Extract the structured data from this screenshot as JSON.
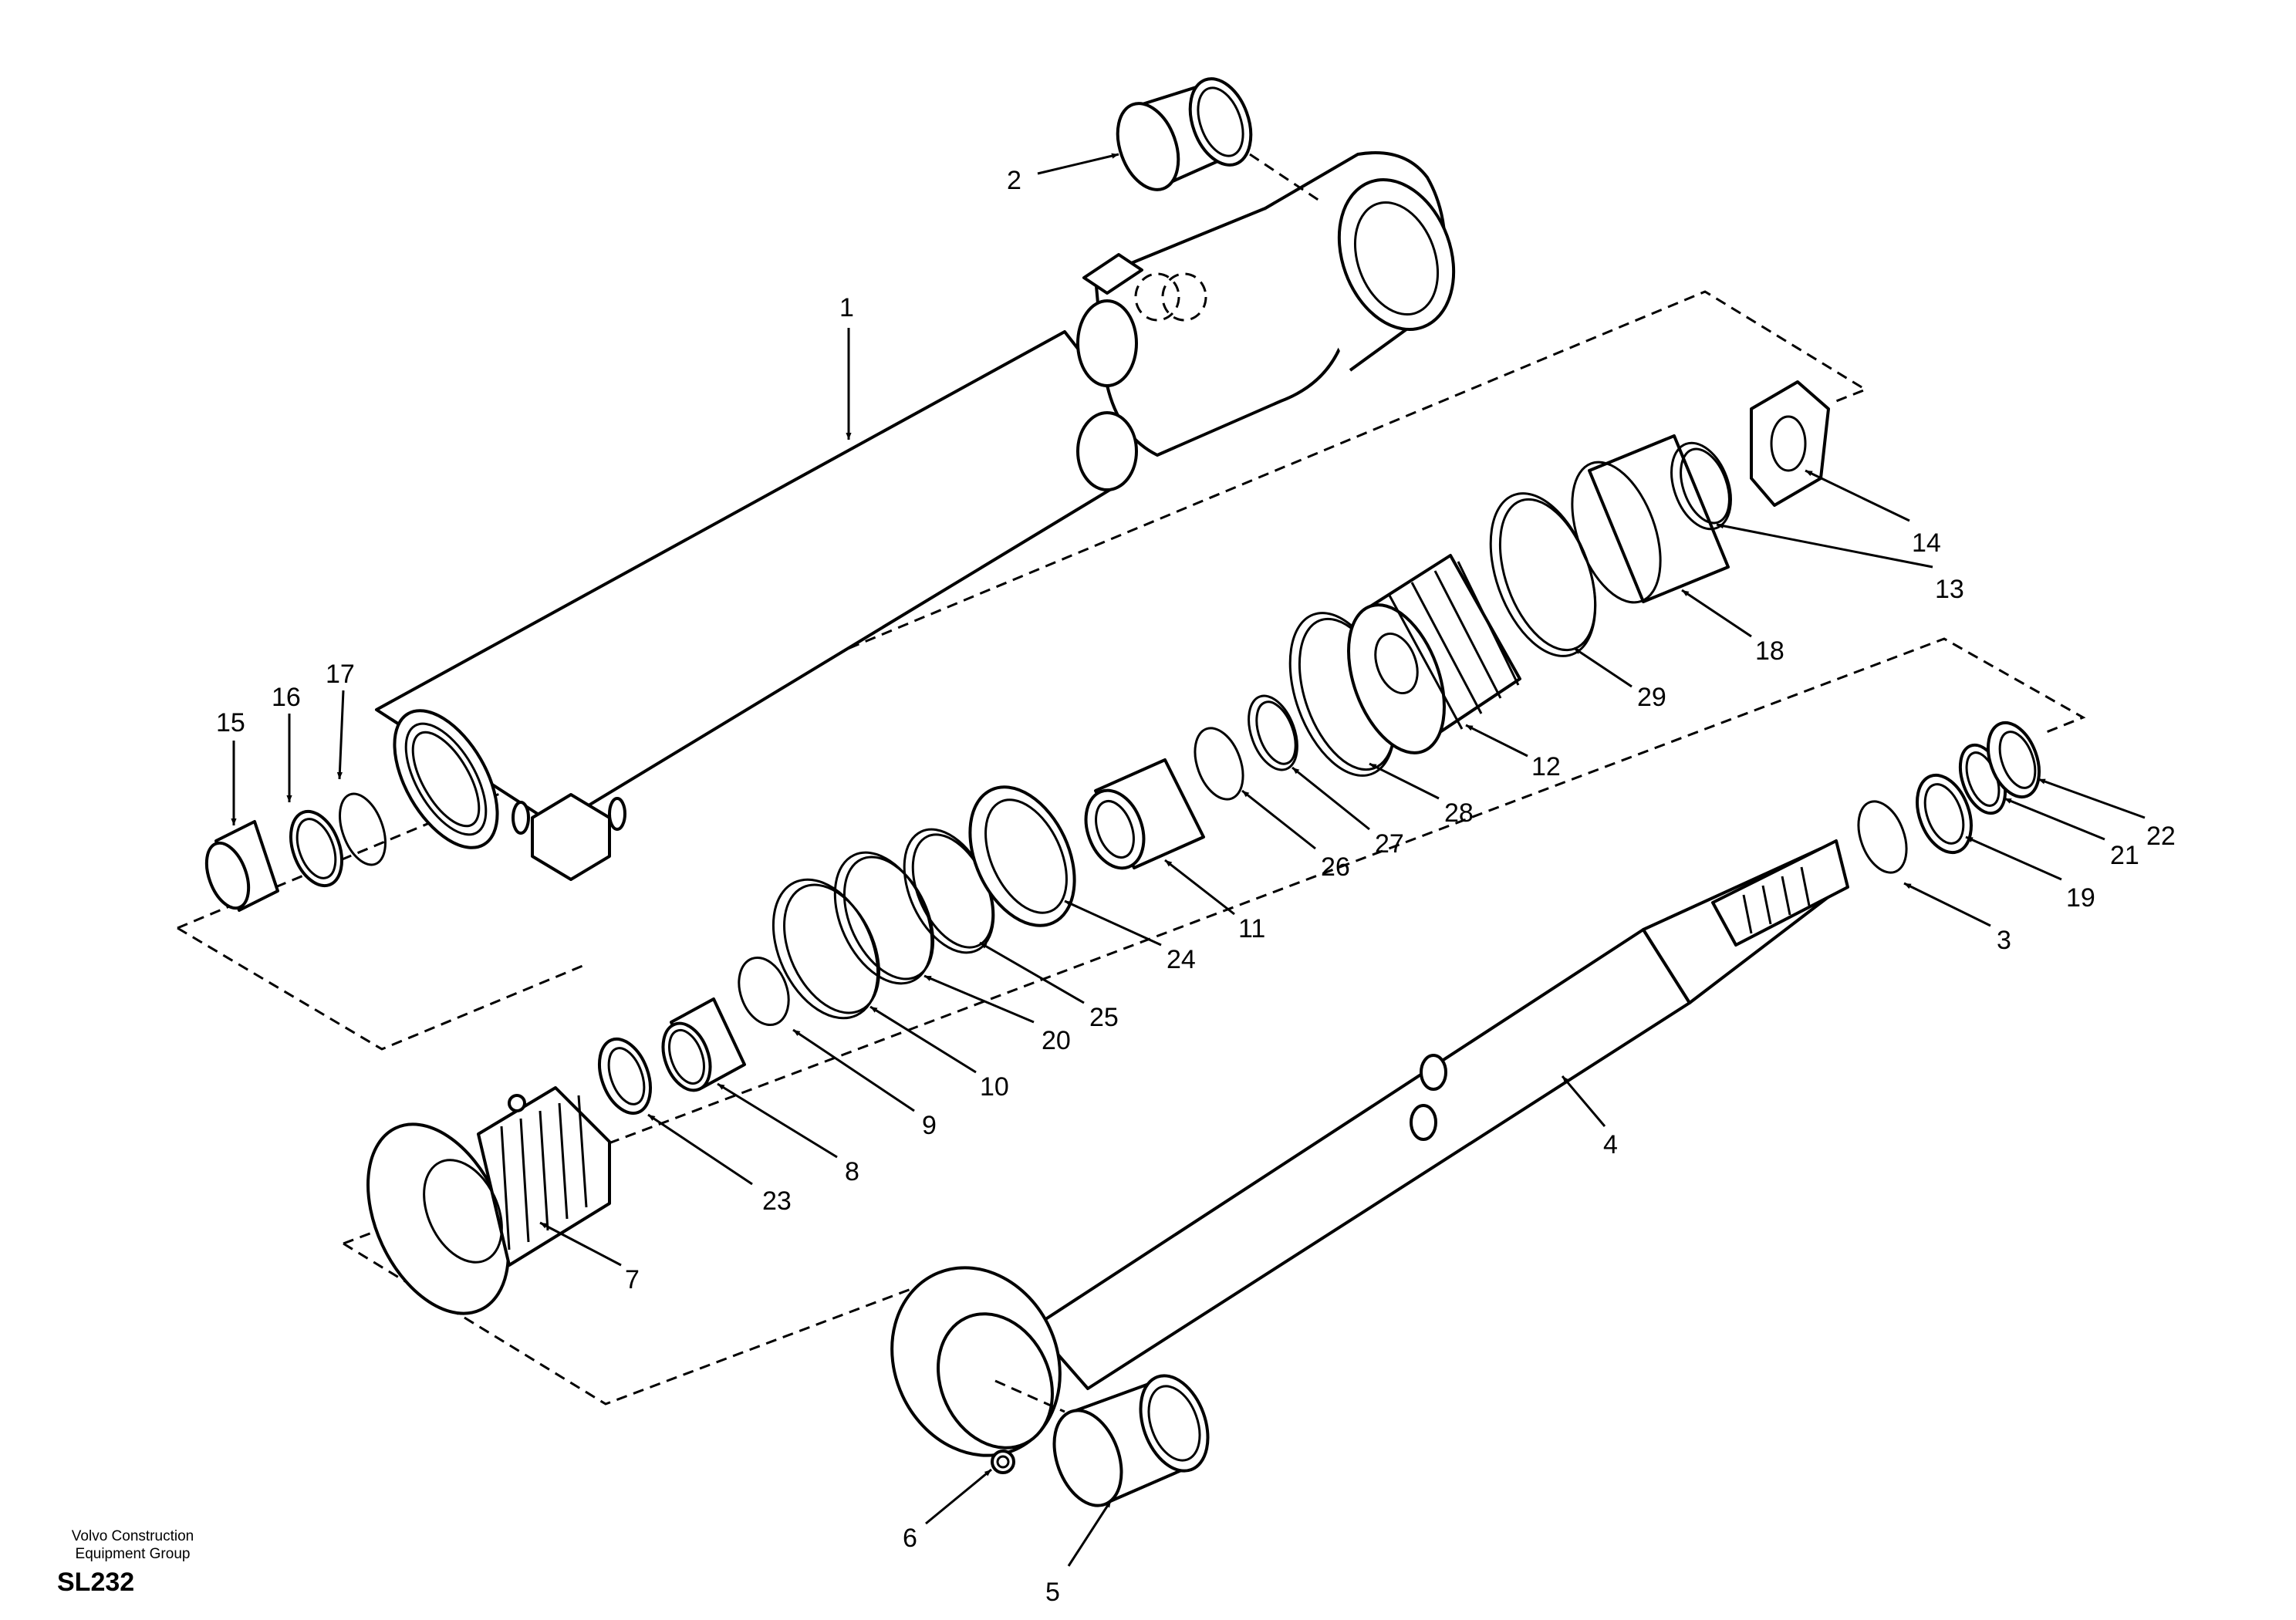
{
  "callouts": [
    "1",
    "2",
    "3",
    "4",
    "5",
    "6",
    "7",
    "8",
    "9",
    "10",
    "11",
    "12",
    "13",
    "14",
    "15",
    "16",
    "17",
    "18",
    "19",
    "20",
    "21",
    "22",
    "23",
    "24",
    "25",
    "26",
    "27",
    "28",
    "29"
  ],
  "footer": {
    "org_line1": "Volvo Construction",
    "org_line2": "Equipment Group",
    "drawing_code": "SL232"
  }
}
